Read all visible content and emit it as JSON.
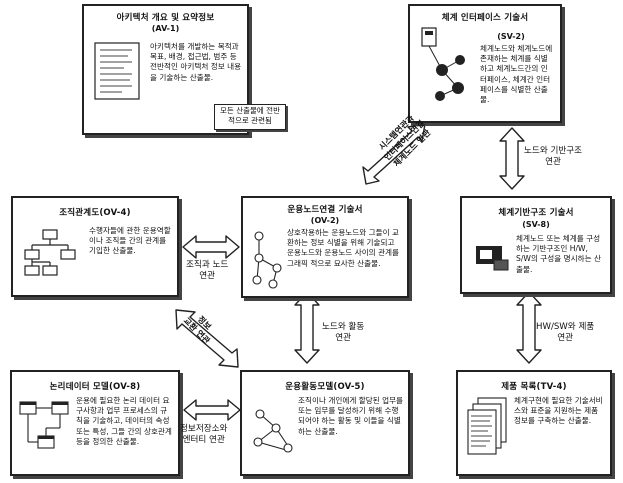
{
  "boxes": {
    "av1": {
      "title": "아키텍처 개요 및 요약정보",
      "code": "(AV-1)",
      "desc": "아키텍처를 개발하는 목적과 목표, 배경, 접근법, 범주 등 전반적인 아키텍처 정보 내용을 기술하는 산출물.",
      "note": "모든 산출물에 전반적으로 관련됨"
    },
    "sv2": {
      "title": "체계 인터페이스 기술서",
      "code": "(SV-2)",
      "desc": "체계노드와 체계노드에 존재하는 체계를 식별하고 체계노드간의 인터페이스, 체계간 인터페이스를 식별한 산출물."
    },
    "ov4": {
      "title": "조직관계도(OV-4)",
      "desc": "수행자들에 관한 운용역할이나 조직들 간의 관계를 기입한 산출물."
    },
    "ov2": {
      "title": "운용노드연결 기술서",
      "code": "(OV-2)",
      "desc": "상호작용하는 운용노드와 그들이 교환하는 정보 식별을 위해 기술되고 운용노드와 운용노드 사이의 관계를 그래픽 적으로 묘사한 산출물."
    },
    "sv8": {
      "title": "체계기반구조 기술서",
      "code": "(SV-8)",
      "desc": "체계노드 또는 체계를 구성하는 기반구조인 H/W, S/W의 구성을 명시하는 산출물."
    },
    "ov8": {
      "title": "논리데이터 모델(OV-8)",
      "desc": "운용에 필요한 논리 데이터 요구사항과 업무 프로세스의 규칙을 기술하고, 데이터의 속성 또는 특성, 그들 간의 상호관계 등을 정의한 산출물."
    },
    "ov5": {
      "title": "운용활동모델(OV-5)",
      "desc": "조직이나 개인에게 할당된 업무를 또는 임무를 달성하기 위해 수행되어야 하는 활동 및 이들을 식별하는 산출물."
    },
    "tv4": {
      "title": "제품 목록(TV-4)",
      "desc": "체계구현에 필요한 기술서비스와 표준을 지원하는 제품정보를 구축하는 산출물."
    }
  },
  "relations": {
    "node_infra": [
      "노드와 기반구조",
      "연관"
    ],
    "org_node": [
      "조직과 노드",
      "연관"
    ],
    "node_activity": [
      "노드와 활동",
      "연관"
    ],
    "hw_sw": [
      "HW/SW와 제품",
      "연관"
    ],
    "info_entity": [
      "정보저장소와",
      "엔터티 연관"
    ],
    "diag_top": [
      "시스템연관과",
      "인터페이스연결",
      "체계노드 연관"
    ],
    "diag_left": [
      "정보",
      "교환 연관"
    ]
  }
}
